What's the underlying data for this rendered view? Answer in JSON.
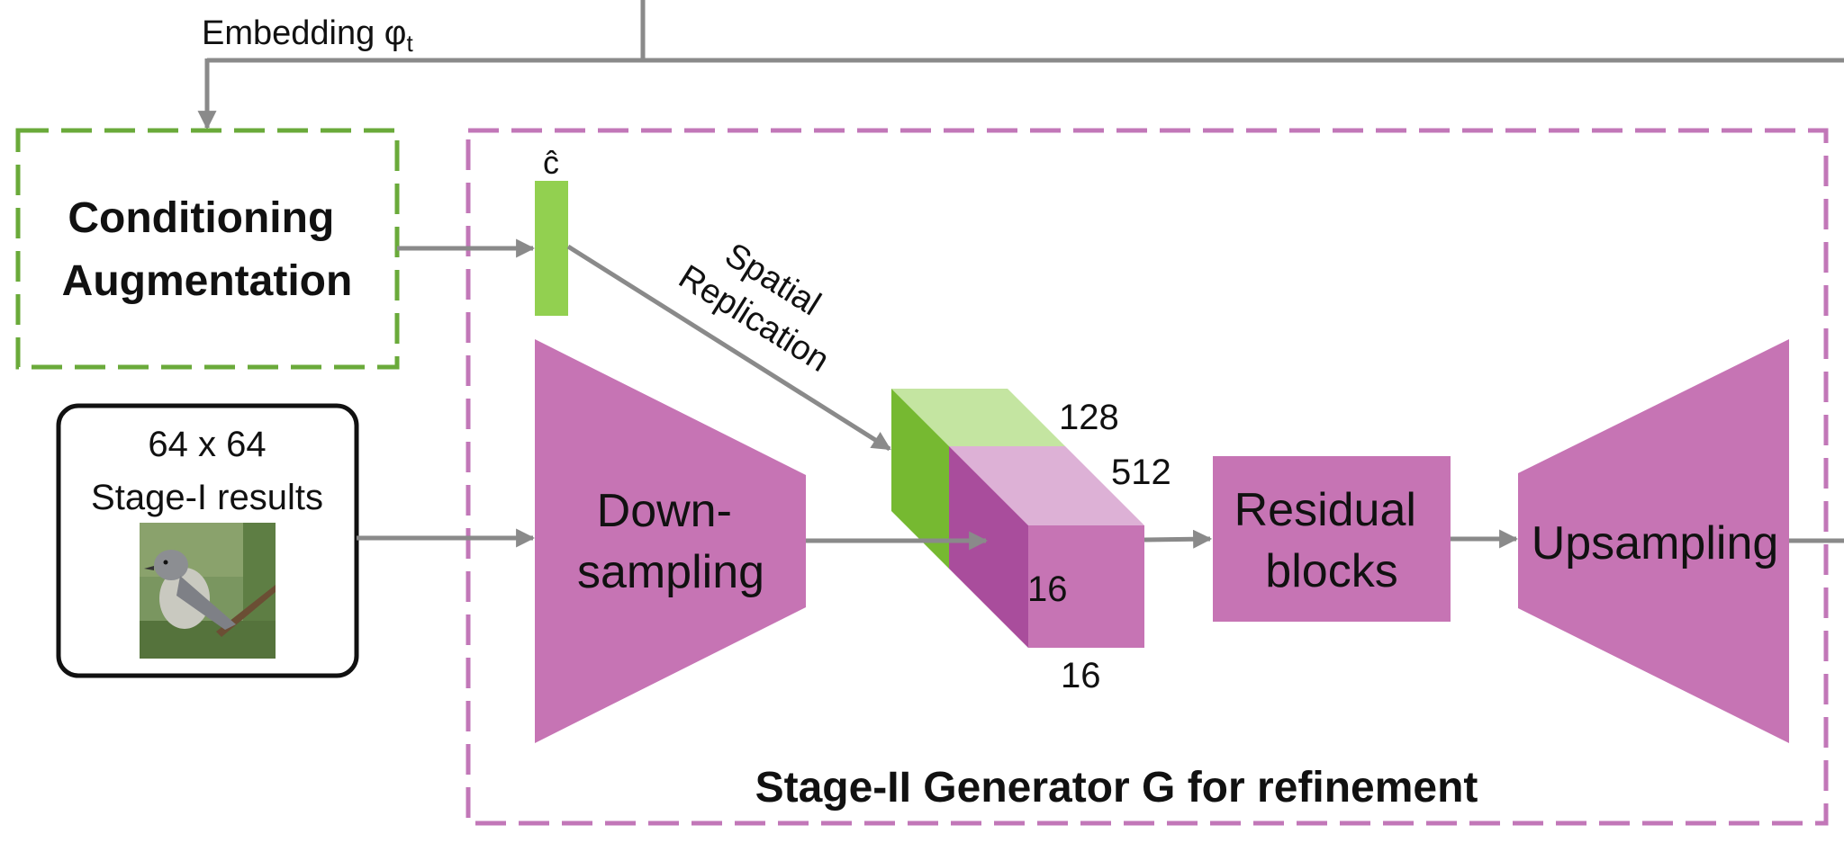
{
  "embedding_label": "Embedding φ",
  "embedding_subscript": "t",
  "conditioning_line1": "Conditioning",
  "conditioning_line2": "Augmentation",
  "c_hat_label": "ĉ",
  "spatial_line1": "Spatial",
  "spatial_line2": "Replication",
  "stage1_size": "64 x 64",
  "stage1_label": "Stage-I results",
  "downsampling_line1": "Down-",
  "downsampling_line2": "sampling",
  "dim_128": "128",
  "dim_512": "512",
  "dim_16_depth": "16",
  "dim_16_bottom": "16",
  "residual_line1": "Residual",
  "residual_line2": "blocks",
  "upsampling_label": "Upsampling",
  "generator_title": "Stage-II Generator G for refinement",
  "colors": {
    "green_dash": "#6aaa3a",
    "pink_dash": "#c277b8",
    "pink_fill": "#c674b4",
    "pink_dark": "#a94d9c",
    "pink_light": "#ddb1d6",
    "green_fill": "#92d050",
    "green_dark": "#76b931",
    "green_light": "#c4e5a1",
    "arrow_gray": "#8a8a8a"
  }
}
